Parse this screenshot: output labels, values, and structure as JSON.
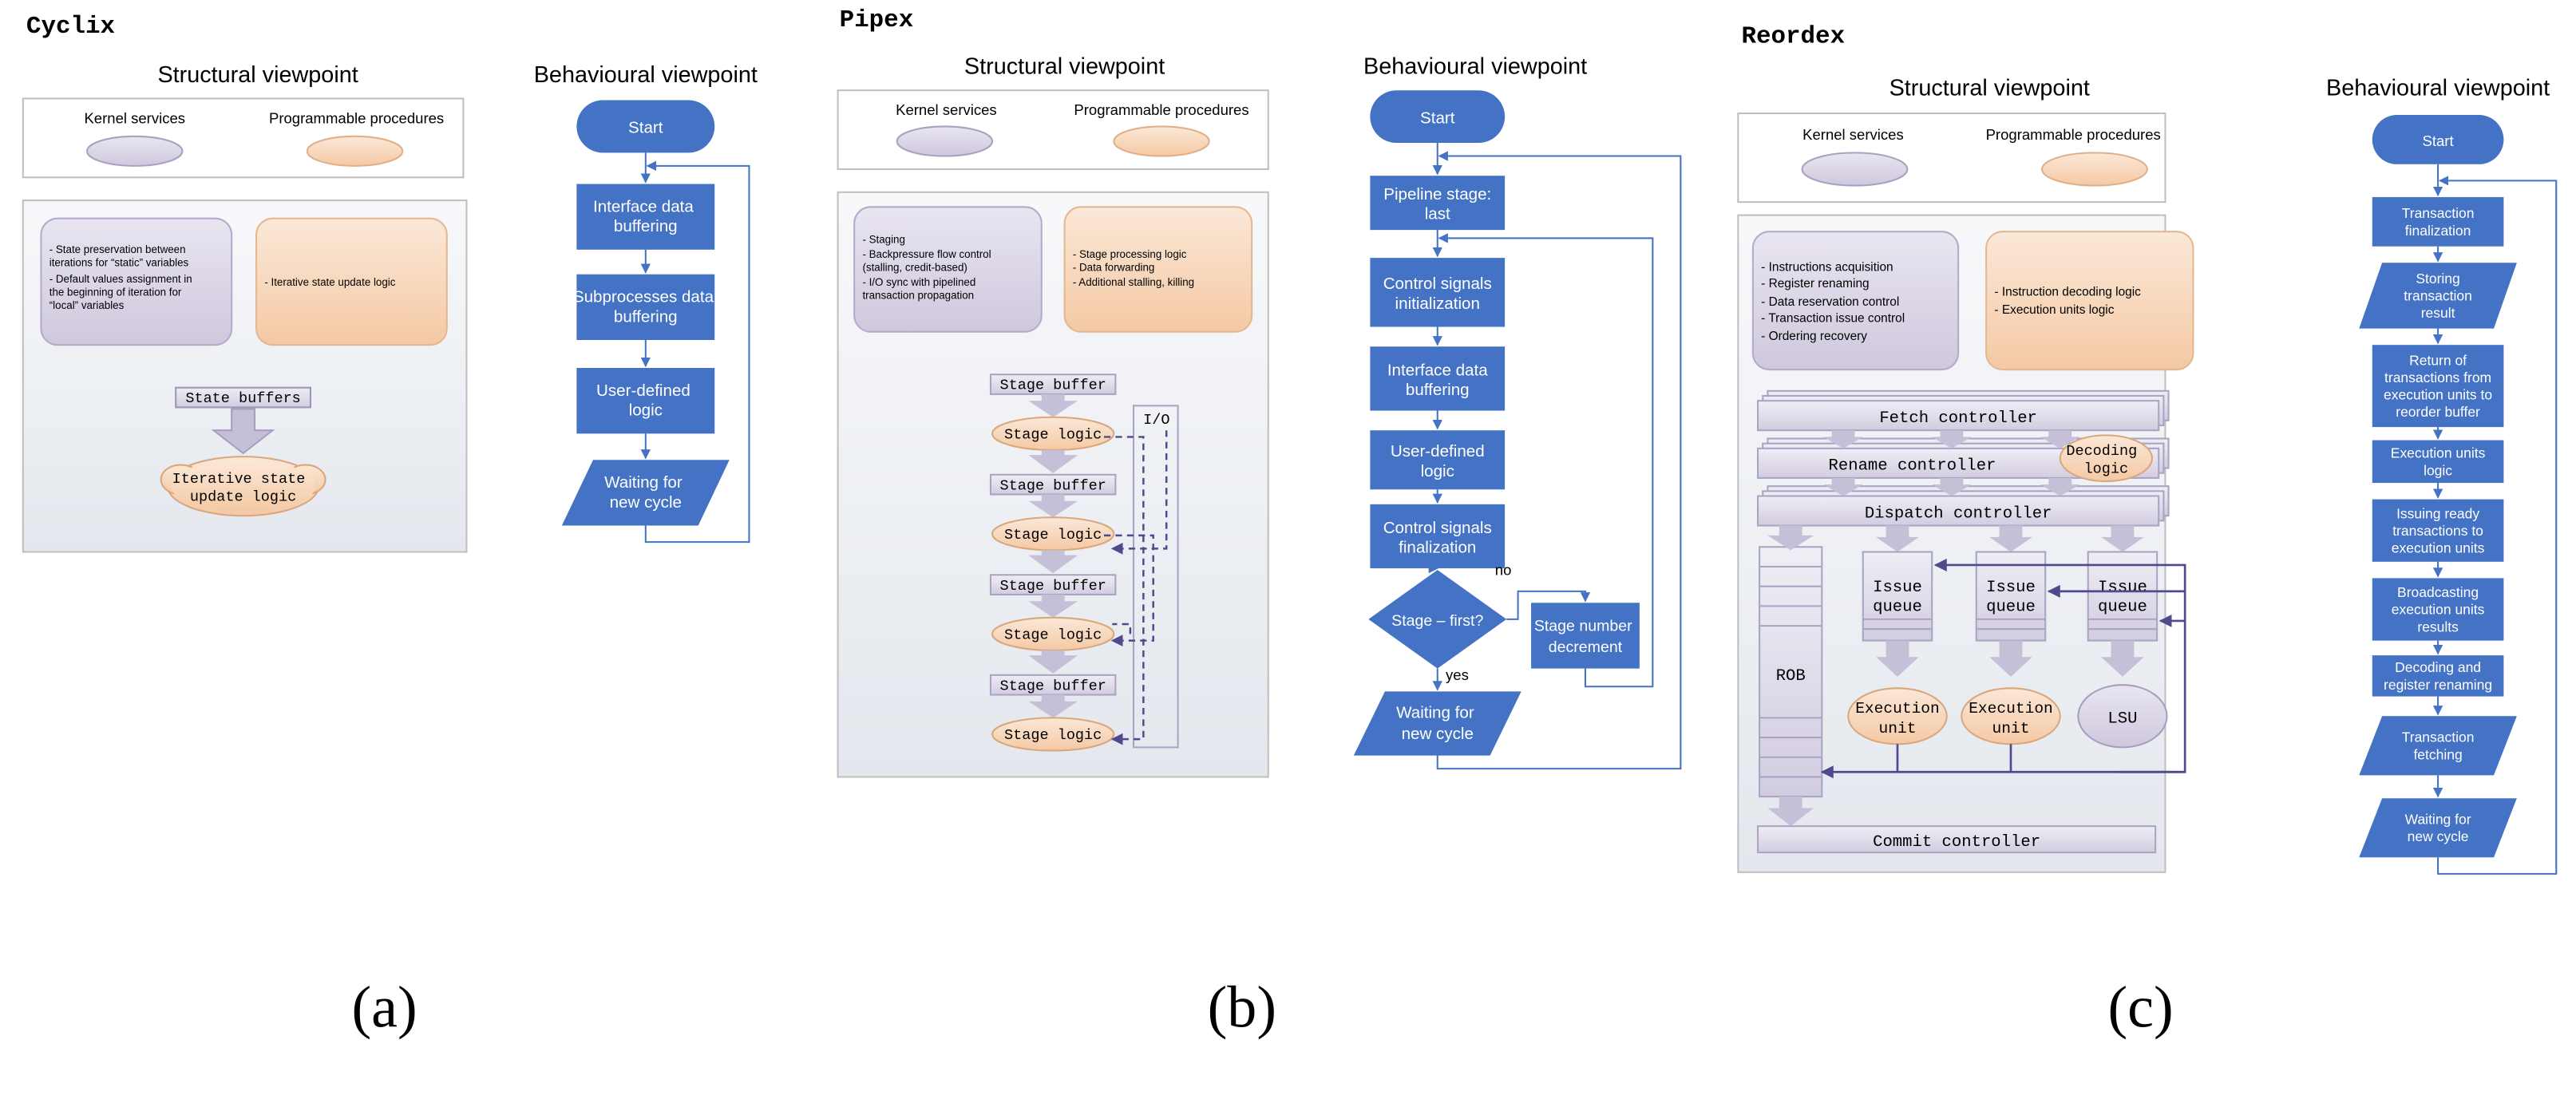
{
  "colors": {
    "flow_blue": "#4472c4",
    "arrow_blue": "#4472c4",
    "kernel_fill": "#ddd7e8",
    "proc_fill": "#f8d9bf",
    "buffer_fill": "#dcd6e6",
    "panel_bg": "#eef1f5",
    "ctrl_arrow": "#4e4a8c"
  },
  "panels": [
    {
      "name": "Cyclix",
      "caption": "(a)",
      "structural_title": "Structural viewpoint",
      "behavioural_title": "Behavioural viewpoint",
      "legend": {
        "kernel": "Kernel services",
        "procedures": "Programmable procedures"
      },
      "kernel_box": [
        "- State preservation between",
        "iterations for “static” variables",
        "- Default values assignment in",
        "the beginning of iteration for",
        "“local” variables"
      ],
      "proc_box": [
        "- Iterative state update logic"
      ],
      "state_buffers": "State buffers",
      "update_logic": [
        "Iterative state",
        "update logic"
      ],
      "flow": {
        "start": "Start",
        "steps": [
          [
            "Interface data",
            "buffering"
          ],
          [
            "Subprocesses data",
            "buffering"
          ],
          [
            "User-defined",
            "logic"
          ]
        ],
        "wait": [
          "Waiting for",
          "new cycle"
        ]
      }
    },
    {
      "name": "Pipex",
      "caption": "(b)",
      "structural_title": "Structural viewpoint",
      "behavioural_title": "Behavioural viewpoint",
      "legend": {
        "kernel": "Kernel services",
        "procedures": "Programmable procedures"
      },
      "kernel_box": [
        "- Staging",
        "- Backpressure flow control",
        "(stalling, credit-based)",
        "- I/O sync with pipelined",
        "transaction propagation"
      ],
      "proc_box": [
        "- Stage processing logic",
        "- Data forwarding",
        "- Additional stalling, killing"
      ],
      "stage_buffer": "Stage buffer",
      "stage_logic": "Stage logic",
      "io": "I/O",
      "flow": {
        "start": "Start",
        "steps": [
          [
            "Pipeline stage:",
            "last"
          ],
          [
            "Control signals",
            "initialization"
          ],
          [
            "Interface data",
            "buffering"
          ],
          [
            "User-defined",
            "logic"
          ],
          [
            "Control signals",
            "finalization"
          ]
        ],
        "decision": "Stage – first?",
        "no": "no",
        "yes": "yes",
        "decrement": [
          "Stage number",
          "decrement"
        ],
        "wait": [
          "Waiting for",
          "new cycle"
        ]
      }
    },
    {
      "name": "Reordex",
      "caption": "(c)",
      "structural_title": "Structural viewpoint",
      "behavioural_title": "Behavioural viewpoint",
      "legend": {
        "kernel": "Kernel services",
        "procedures": "Programmable procedures"
      },
      "kernel_box": [
        "- Instructions acquisition",
        "- Register renaming",
        "- Data reservation control",
        "- Transaction issue control",
        "- Ordering recovery"
      ],
      "proc_box": [
        "- Instruction decoding logic",
        "- Execution units logic"
      ],
      "fetch": "Fetch controller",
      "rename": "Rename controller",
      "decoding": [
        "Decoding",
        "logic"
      ],
      "dispatch": "Dispatch controller",
      "rob": "ROB",
      "issue": [
        "Issue",
        "queue"
      ],
      "exec": [
        "Execution",
        "unit"
      ],
      "lsu": "LSU",
      "commit": "Commit controller",
      "flow": {
        "start": "Start",
        "steps": [
          [
            "Transaction",
            "finalization"
          ],
          [
            "Storing",
            "transaction",
            "result"
          ],
          [
            "Return of",
            "transactions from",
            "execution units to",
            "reorder buffer"
          ],
          [
            "Execution units",
            "logic"
          ],
          [
            "Issuing ready",
            "transactions to",
            "execution units"
          ],
          [
            "Broadcasting",
            "execution units",
            "results"
          ],
          [
            "Decoding and",
            "register renaming"
          ],
          [
            "Transaction",
            "fetching"
          ],
          [
            "Waiting for",
            "new cycle"
          ]
        ]
      }
    }
  ]
}
